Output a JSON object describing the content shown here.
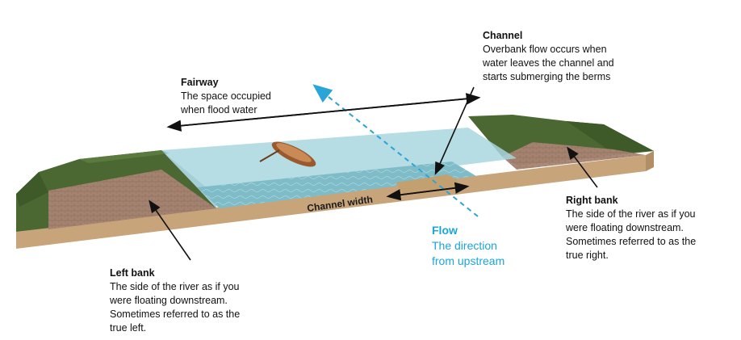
{
  "labels": {
    "channel": {
      "title": "Channel",
      "body": [
        "Overbank flow occurs when",
        "water leaves the channel and",
        "starts submerging the berms"
      ]
    },
    "fairway": {
      "title": "Fairway",
      "body": [
        "The space occupied",
        "when flood water"
      ]
    },
    "right_bank": {
      "title": "Right bank",
      "body": [
        "The side of the river as if you",
        "were floating downstream.",
        "Sometimes referred to as the",
        "true right."
      ]
    },
    "left_bank": {
      "title": "Left bank",
      "body": [
        "The side of the river as if you",
        "were floating downstream.",
        "Sometimes referred to as the",
        "true left."
      ]
    },
    "flow": {
      "title": "Flow",
      "body": [
        "The direction",
        "from upstream"
      ]
    },
    "channel_width": "Channel width"
  },
  "colors": {
    "grass": "#4f6a35",
    "grass_dark": "#3b5226",
    "earth_top": "#b08a72",
    "earth_side": "#c8a57c",
    "water": "#8fc7d3",
    "water_deep": "#5fa8b8",
    "flow_arrow": "#2aa5d8",
    "boat": "#9a5a2e"
  },
  "icons": {
    "boat": "rowboat-icon"
  }
}
